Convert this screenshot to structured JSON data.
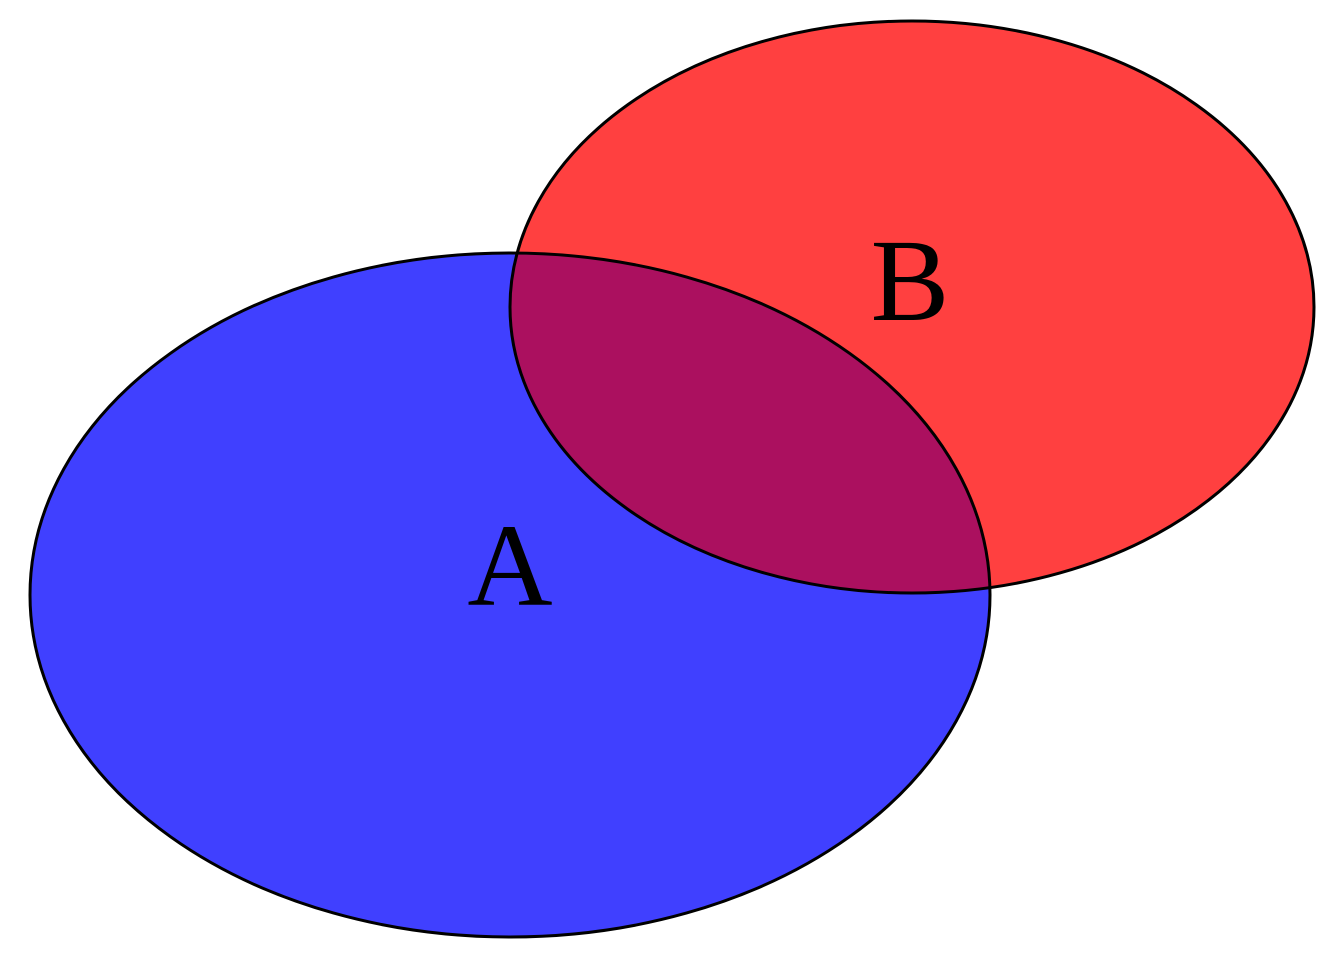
{
  "diagram": {
    "type": "venn",
    "sets": [
      {
        "label": "A",
        "color": "#4040ff"
      },
      {
        "label": "B",
        "color": "#ff4040"
      }
    ],
    "intersection_color": "#ab105f",
    "outline_color": "#000000"
  }
}
